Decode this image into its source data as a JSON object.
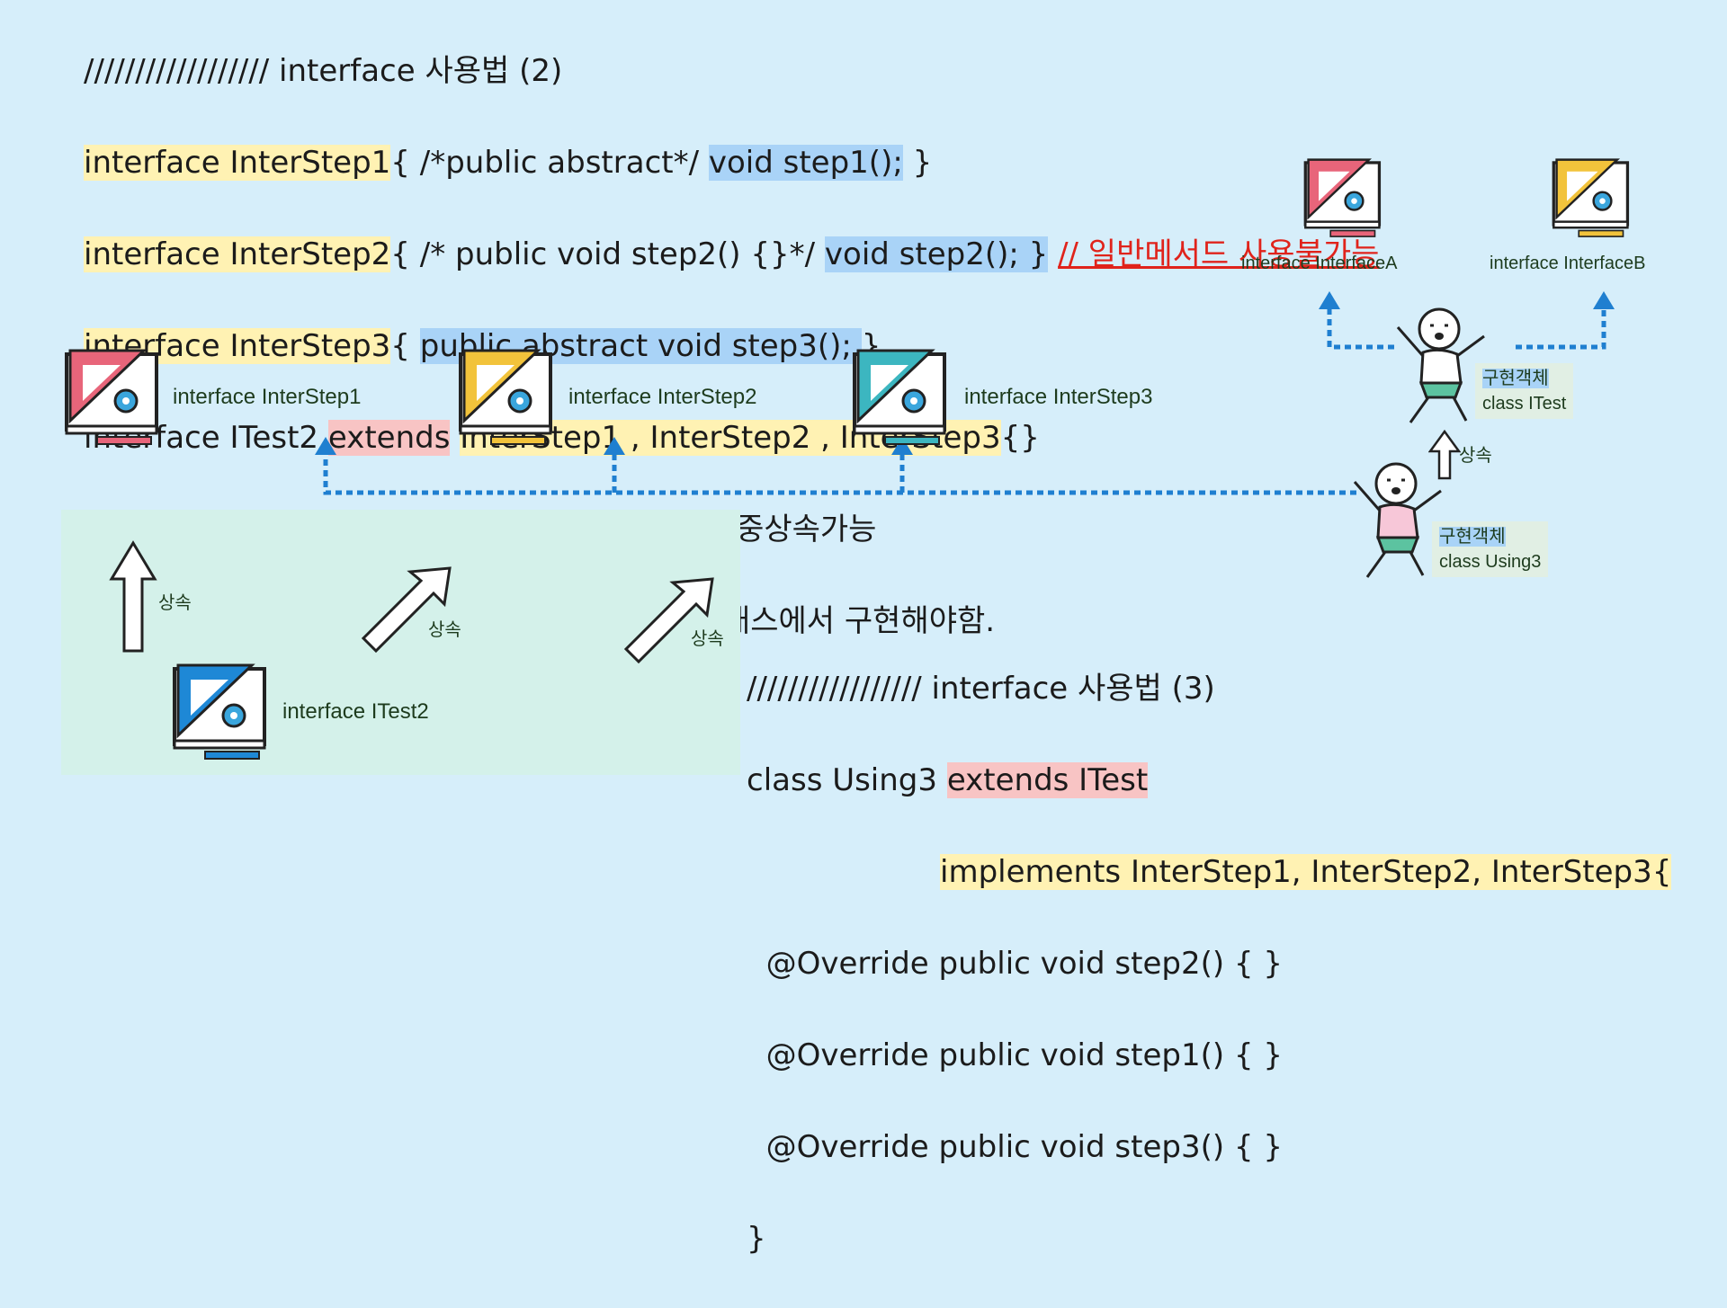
{
  "code_top": {
    "l1": "////////////////// interface 사용법 (2)",
    "l2_a": "interface InterStep1",
    "l2_b": "{ /*public abstract*/ ",
    "l2_c": "void step1();",
    "l2_d": " }",
    "l3_a": "interface InterStep2",
    "l3_b": "{ /* public void step2() {}*/ ",
    "l3_c": "void step2(); }",
    "l3_d": " ",
    "l3_e": "// 일반메서드 사용불가능",
    "l4_a": "interface InterStep3",
    "l4_b": "{ ",
    "l4_c": "public abstract void step3(); ",
    "l4_d": "}",
    "l5_a": "interface ITest2 ",
    "l5_b": "extends",
    "l5_c": " ",
    "l5_d": "InterStep1 , InterStep2 , InterStep3",
    "l5_e": "{}",
    "l6": " // [ interface 사이]에서 extends를 이용해서 다중상속가능",
    "l7": " // interface 는 무조건 class를 이용해서 자식클래스에서 구현해야함."
  },
  "code_bottom": {
    "l1": "///////////////// interface 사용법 (3)",
    "l2_a": "class Using3 ",
    "l2_b": "extends ITest",
    "l3": "implements InterStep1, InterStep2, InterStep3{",
    "l4": "  @Override public void step2() { }",
    "l5": "  @Override public void step1() { }",
    "l6": "  @Override public void step3() { }",
    "l7": "}"
  },
  "nodes": {
    "interstep1": "interface InterStep1",
    "interstep2": "interface InterStep2",
    "interstep3": "interface InterStep3",
    "itest2": "interface ITest2",
    "interfaceA": "interface InterfaceA",
    "interfaceB": "interface InterfaceB"
  },
  "inherit_labels": {
    "a": "상속",
    "b": "상속",
    "c": "상속",
    "d": "상속"
  },
  "impl": {
    "itest_title": "구현객체",
    "itest_class": "class  ITest",
    "using3_title": "구현객체",
    "using3_class": "class  Using3"
  },
  "colors": {
    "pink": "#e8657a",
    "yellow": "#f2c33b",
    "teal": "#3cb6c0",
    "blue": "#1e88d6",
    "arrow": "#1f7fd0"
  }
}
